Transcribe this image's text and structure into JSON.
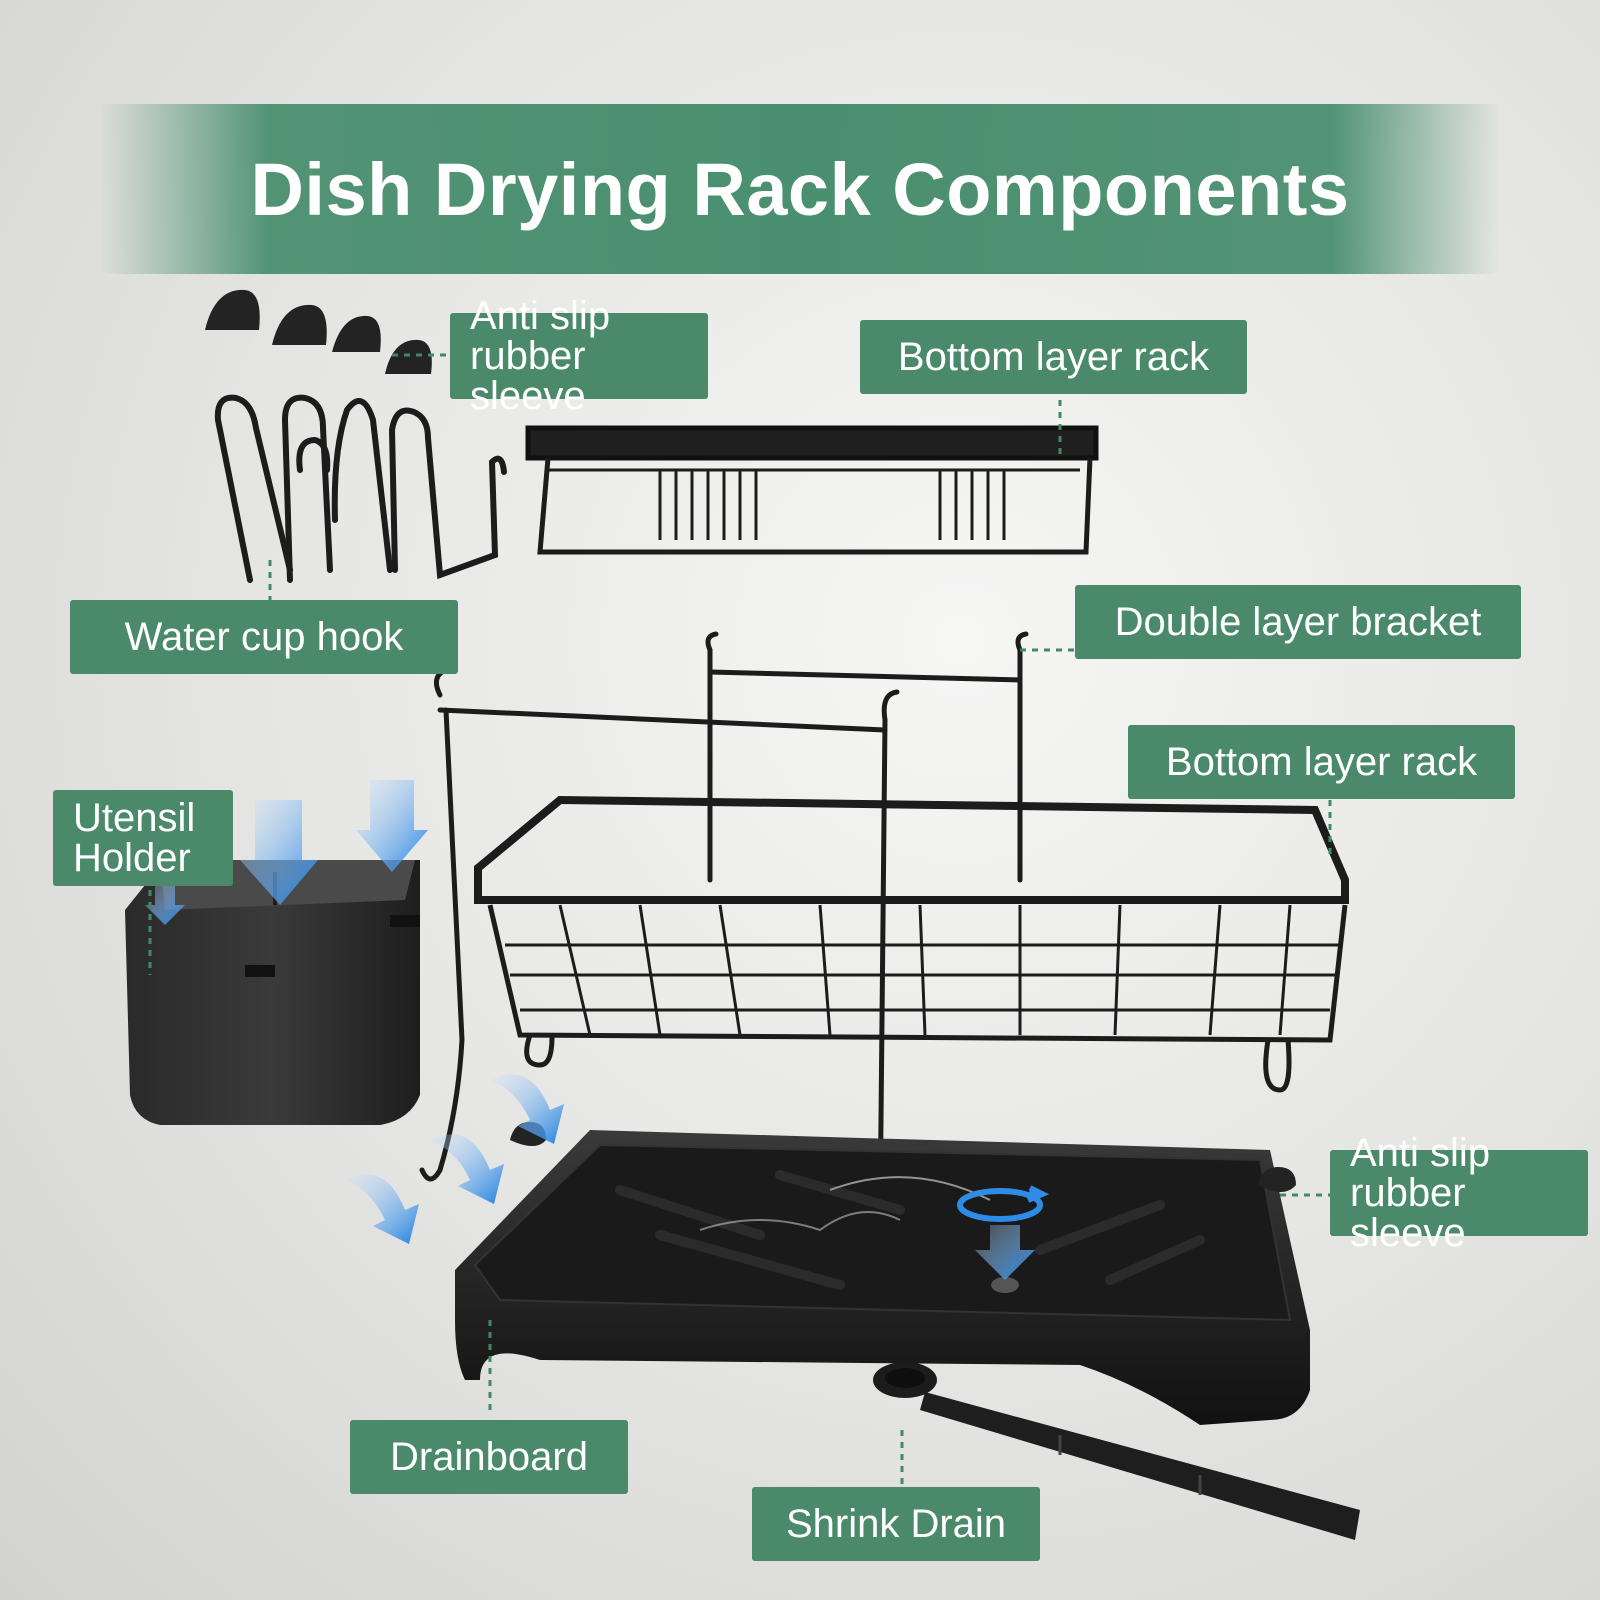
{
  "banner": {
    "title": "Dish Drying Rack Components"
  },
  "labels": {
    "anti_slip_top": {
      "line1": "Anti slip",
      "line2": "rubber sleeve"
    },
    "bottom_layer_rack_top": "Bottom layer rack",
    "water_cup_hook": "Water cup hook",
    "double_layer_bracket": "Double layer bracket",
    "bottom_layer_rack_mid": "Bottom layer rack",
    "utensil_holder": {
      "line1": "Utensil",
      "line2": "Holder"
    },
    "anti_slip_right": {
      "line1": "Anti slip",
      "line2": "rubber sleeve"
    },
    "drainboard": "Drainboard",
    "shrink_drain": "Shrink Drain"
  },
  "colors": {
    "label_green": "#4a8a6a",
    "banner_green": "#4a8f6f",
    "product_black": "#1c1c1c",
    "arrow_blue": "#2e8be6"
  },
  "icons": [
    "rubber-sleeve-icon",
    "hook-icon",
    "rack-icon",
    "bracket-icon",
    "utensil-holder-icon",
    "drainboard-icon",
    "shrink-drain-icon",
    "water-flow-arrow-icon",
    "rotate-arrow-icon"
  ]
}
